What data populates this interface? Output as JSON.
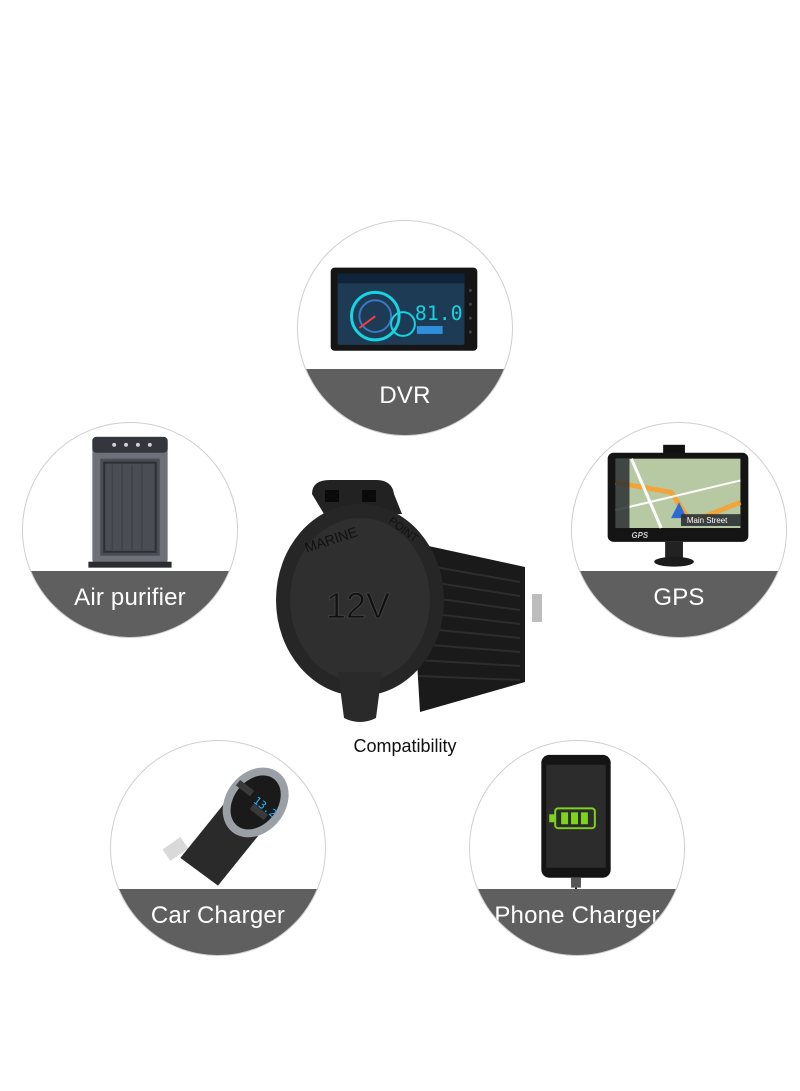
{
  "caption": "Compatibility",
  "socket": {
    "cap_text_top": "MARINE",
    "cap_text_side": "POINT",
    "cap_text_main": "12V"
  },
  "devices": [
    {
      "id": "dvr",
      "label": "DVR",
      "screen_texts": [
        "81.0"
      ]
    },
    {
      "id": "air_purifier",
      "label": "Air purifier"
    },
    {
      "id": "gps",
      "label": "GPS",
      "screen_texts": [
        "Main Street",
        "GPS"
      ]
    },
    {
      "id": "car_charger",
      "label": "Car Charger",
      "screen_texts": [
        "13.2"
      ]
    },
    {
      "id": "phone_charger",
      "label": "Phone Charger"
    }
  ],
  "colors": {
    "band": "#5f5f5f",
    "circle_border": "#cfcfcf",
    "battery_green": "#7ed321",
    "dvr_teal": "#18d3e0"
  }
}
